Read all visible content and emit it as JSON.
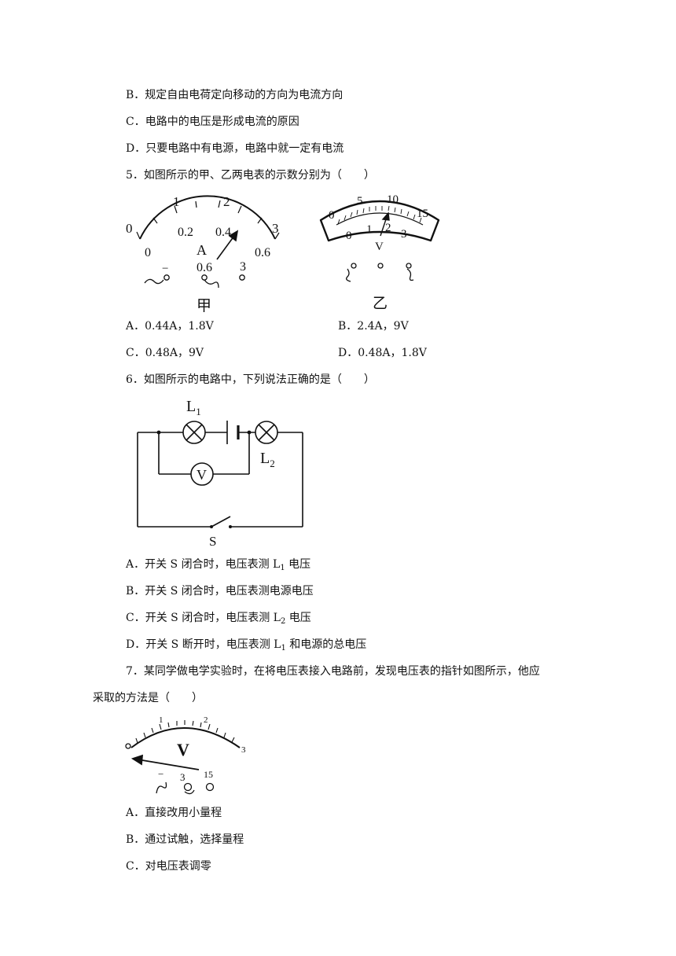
{
  "q4_options": {
    "B": "B．规定自由电荷定向移动的方向为电流方向",
    "C": "C．电路中的电压是形成电流的原因",
    "D": "D．只要电路中有电源，电路中就一定有电流"
  },
  "q5": {
    "stem": "5．如图所示的甲、乙两电表的示数分别为（　　）",
    "ammeter": {
      "unit": "A",
      "label": "甲",
      "top_ticks": [
        "0",
        "1",
        "2",
        "3"
      ],
      "bottom_ticks": [
        "0",
        "0.2",
        "0.4",
        "0.6"
      ],
      "terminals": [
        "−",
        "0.6",
        "3"
      ]
    },
    "voltmeter": {
      "unit": "V",
      "label": "乙",
      "top_ticks": [
        "0",
        "5",
        "10",
        "15"
      ],
      "bottom_ticks": [
        "0",
        "1",
        "2",
        "3"
      ]
    },
    "options": {
      "A": "A．0.44A，1.8V",
      "B": "B．2.4A，9V",
      "C": "C．0.48A，9V",
      "D": "D．0.48A，1.8V"
    }
  },
  "q6": {
    "stem": "6．如图所示的电路中，下列说法正确的是（　　）",
    "circuit": {
      "lamp1": "L",
      "lamp1_sub": "1",
      "lamp2": "L",
      "lamp2_sub": "2",
      "meter": "V",
      "switch": "S"
    },
    "options": {
      "A_pre": "A．开关 S 闭合时，电压表测 L",
      "A_sub": "1",
      "A_post": " 电压",
      "B": "B．开关 S 闭合时，电压表测电源电压",
      "C_pre": "C．开关 S 闭合时，电压表测 L",
      "C_sub": "2",
      "C_post": " 电压",
      "D_pre": "D．开关 S 断开时，电压表测 L",
      "D_sub": "1",
      "D_post": " 和电源的总电压"
    }
  },
  "q7": {
    "stem_line1": "7．某同学做电学实验时，在将电压表接入电路前，发现电压表的指针如图所示，他应",
    "stem_line2": "采取的方法是（　　）",
    "meter": {
      "unit": "V",
      "ticks": [
        "1",
        "2",
        "3"
      ],
      "terminals": [
        "−",
        "3",
        "15"
      ]
    },
    "options": {
      "A": "A．直接改用小量程",
      "B": "B．通过试触，选择量程",
      "C": "C．对电压表调零"
    }
  }
}
